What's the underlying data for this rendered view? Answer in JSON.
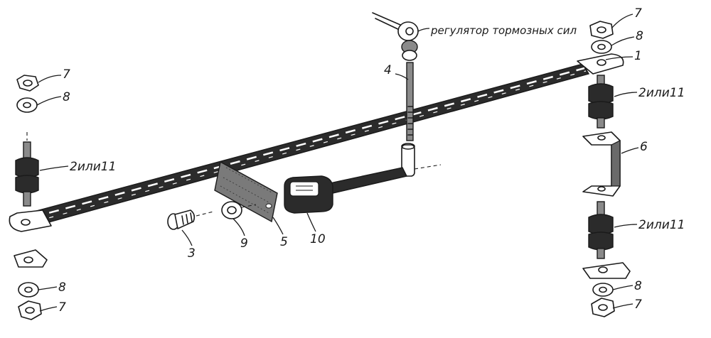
{
  "labels": {
    "brake_regulator": "регулятор тормозных сил",
    "rod": "4",
    "bar_hole": "1",
    "nut_top_right": "7",
    "washer_top_right": "8",
    "bushing_upper_right": "2или11",
    "bracket": "6",
    "bushing_lower_right": "2или11",
    "washer_bottom_right": "8",
    "nut_bottom_right": "7",
    "nut_top_left": "7",
    "washer_top_left": "8",
    "bushing_left": "2или11",
    "washer_bottom_left": "8",
    "nut_bottom_left": "7",
    "bolt": "3",
    "lock_washer": "9",
    "plate": "5",
    "clamp_block": "10"
  }
}
